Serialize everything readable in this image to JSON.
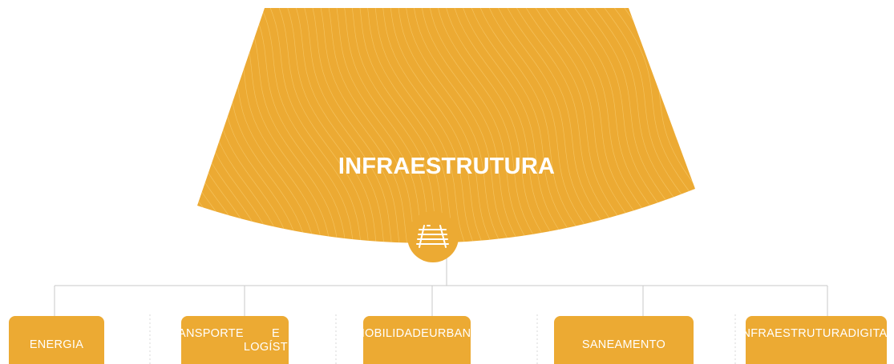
{
  "diagram": {
    "title": "INFRAESTRUTURA",
    "root_icon": "railway-track-icon",
    "nodes": [
      {
        "lines": [
          "ENERGIA"
        ]
      },
      {
        "lines": [
          "TRANSPORTE",
          "E LOGÍSTICA"
        ]
      },
      {
        "lines": [
          "MOBILIDADE",
          "URBANA"
        ]
      },
      {
        "lines": [
          "SANEAMENTO"
        ]
      },
      {
        "lines": [
          "INFRAESTRUTURA",
          "DIGITAL"
        ]
      }
    ]
  },
  "colors": {
    "accent": "#ECAA33",
    "wave": "#F6C96B",
    "connector": "#C8C8C8",
    "separator": "#D7D7D7",
    "text": "#FFFFFF"
  }
}
